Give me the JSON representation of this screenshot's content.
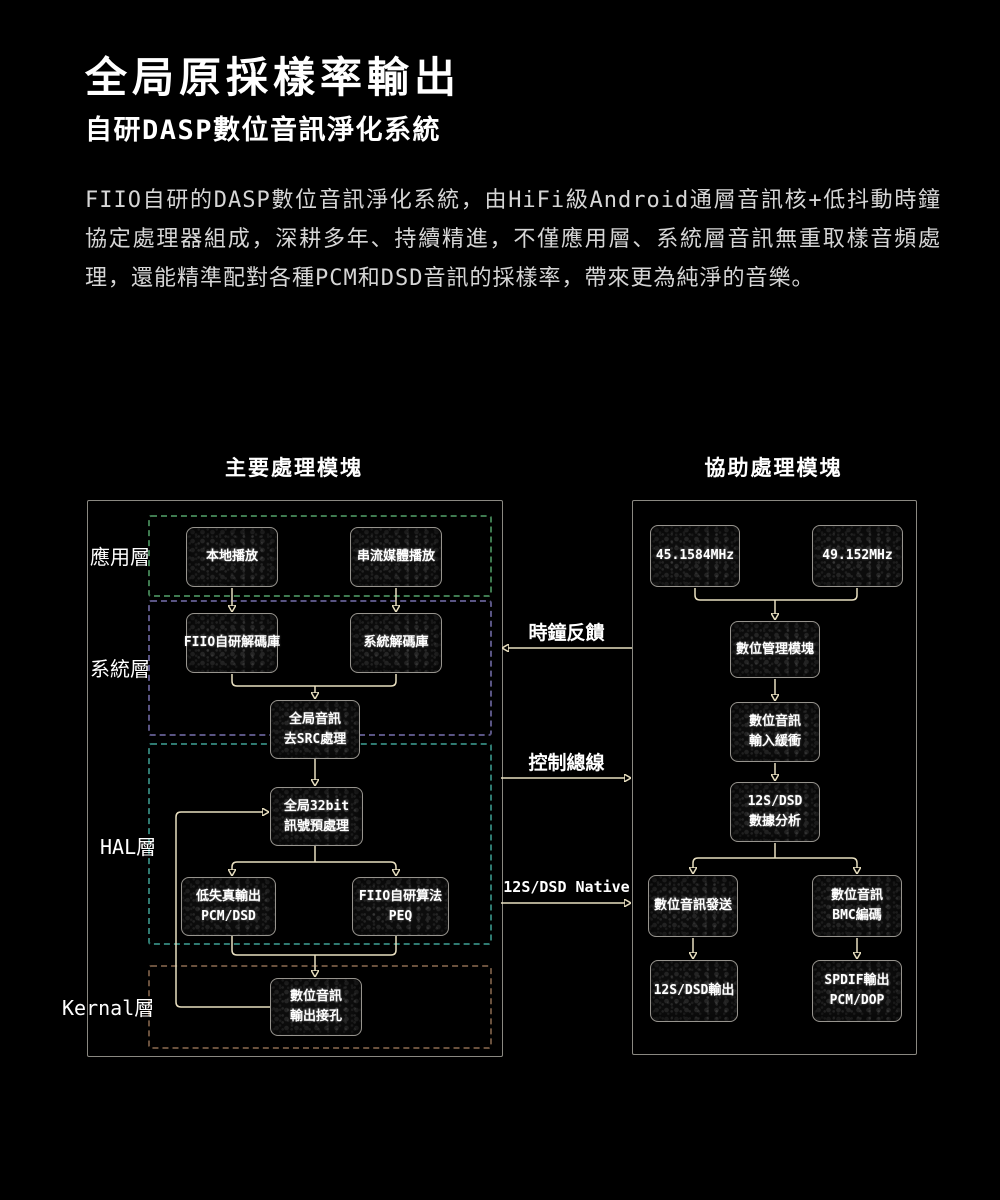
{
  "header": {
    "title": "全局原採樣率輸出",
    "subtitle": "自研DASP數位音訊淨化系統",
    "body": "FIIO自研的DASP數位音訊淨化系統，由HiFi級Android通層音訊核+低抖動時鐘協定處理器組成，深耕多年、持續精進，不僅應用層、系統層音訊無重取樣音頻處理，還能精準配對各種PCM和DSD音訊的採樣率，帶來更為純淨的音樂。"
  },
  "diagram": {
    "main": {
      "title": "主要處理模塊",
      "layers": {
        "app": "應用層",
        "system": "系統層",
        "hal": "HAL層",
        "kernal": "Kernal層"
      },
      "nodes": {
        "local_playback": "本地播放",
        "streaming": "串流媒體播放",
        "fiio_decoder": "FIIO自研解碼庫",
        "system_decoder": "系統解碼庫",
        "desrc": "全局音訊\n去SRC處理",
        "preprocess": "全局32bit\n訊號預處理",
        "low_distortion": "低失真輸出\nPCM/DSD",
        "fiio_algorithm": "FIIO自研算法\nPEQ",
        "output_jack": "數位音訊\n輸出接孔"
      }
    },
    "aux": {
      "title": "協助處理模塊",
      "nodes": {
        "clock_45": "45.1584MHz",
        "clock_49": "49.152MHz",
        "digital_mgmt": "數位管理模塊",
        "input_buffer": "數位音訊\n輸入緩衝",
        "data_analysis": "12S/DSD\n數據分析",
        "audio_send": "數位音訊發送",
        "bmc_encode": "數位音訊\nBMC編碼",
        "i2s_output": "12S/DSD輸出",
        "spdif_output": "SPDIF輸出\nPCM/DOP"
      }
    },
    "bus": {
      "clock_feedback": "時鐘反饋",
      "control_bus": "控制總線",
      "native": "12S/DSD Native"
    },
    "colors": {
      "wire": "#e8dfc0",
      "layer_app": "#3f7b50",
      "layer_system": "#5a5584",
      "layer_hal": "#2f7a71",
      "layer_kernal": "#6a513d",
      "container_border": "#8a8881",
      "node_border": "#97948e",
      "background": "#000000"
    }
  }
}
